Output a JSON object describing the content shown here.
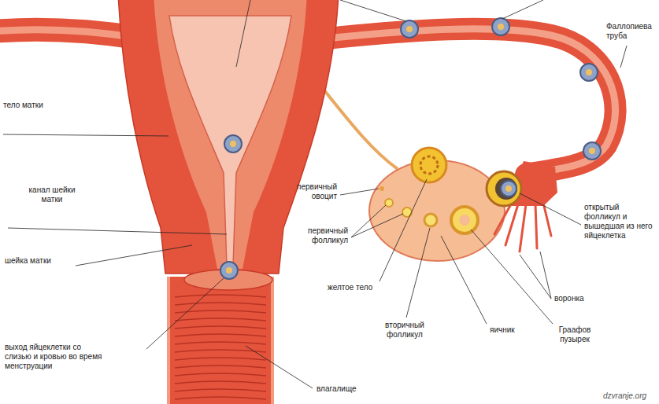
{
  "diagram": {
    "labels": [
      "тело матки",
      "канал шейки матки",
      "шейка матки",
      "выход яйцеклетки со слизью и кровью во время менструации",
      "влагалище",
      "первичный овоцит",
      "первичный фолликул",
      "желтое тело",
      "вторичный фолликул",
      "яичник",
      "Граафов пузырек",
      "воронка",
      "открытый фолликул и вышедшая из него яйцеклетка",
      "Фаллопиева труба",
      "dzvranje.org"
    ]
  }
}
